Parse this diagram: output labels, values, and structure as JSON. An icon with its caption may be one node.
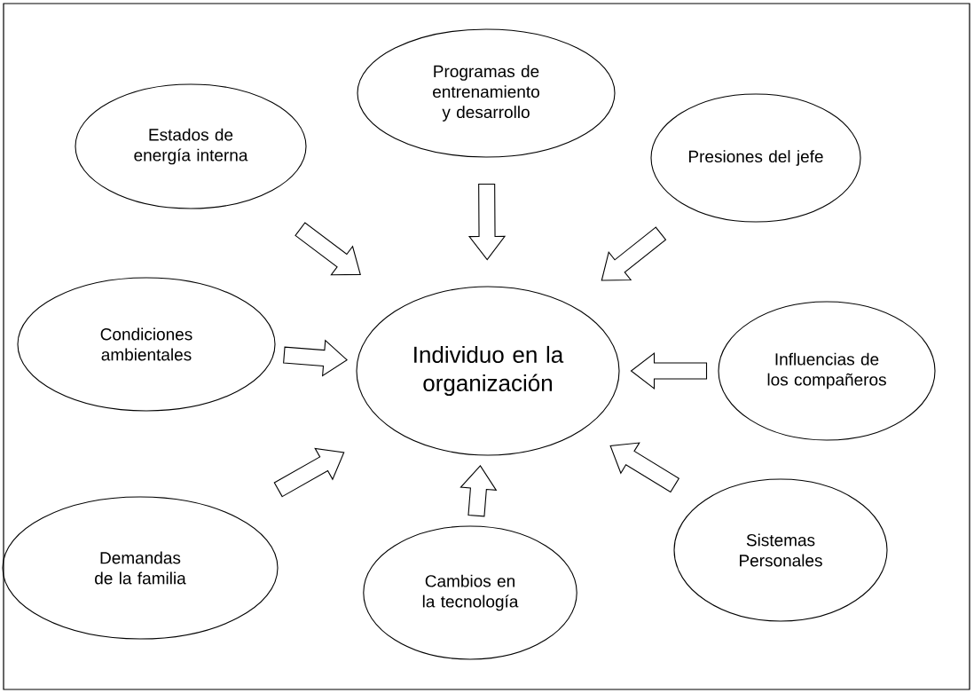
{
  "diagram": {
    "nodes": [
      {
        "text": [
          "Individuo en la organización"
        ]
      },
      {
        "text": [
          "Programas de entrenamiento y desarrollo"
        ]
      },
      {
        "text": [
          "Estados de energía interna"
        ]
      },
      {
        "text": [
          "Presiones del jefe"
        ]
      },
      {
        "text": [
          "Condiciones ambientales"
        ]
      },
      {
        "text": [
          "Influencias de los compañeros"
        ]
      },
      {
        "text": [
          "Demandas de la familia"
        ]
      },
      {
        "text": [
          "Cambios en la tecnología"
        ]
      },
      {
        "text": [
          "Sistemas Personales"
        ]
      }
    ],
    "edges": [
      {
        "from": 1,
        "to": 0,
        "arrow": "to"
      },
      {
        "from": 2,
        "to": 0,
        "arrow": "to"
      },
      {
        "from": 3,
        "to": 0,
        "arrow": "to"
      },
      {
        "from": 4,
        "to": 0,
        "arrow": "to"
      },
      {
        "from": 5,
        "to": 0,
        "arrow": "to"
      },
      {
        "from": 6,
        "to": 0,
        "arrow": "to"
      },
      {
        "from": 7,
        "to": 0,
        "arrow": "to"
      },
      {
        "from": 8,
        "to": 0,
        "arrow": "to"
      }
    ]
  }
}
